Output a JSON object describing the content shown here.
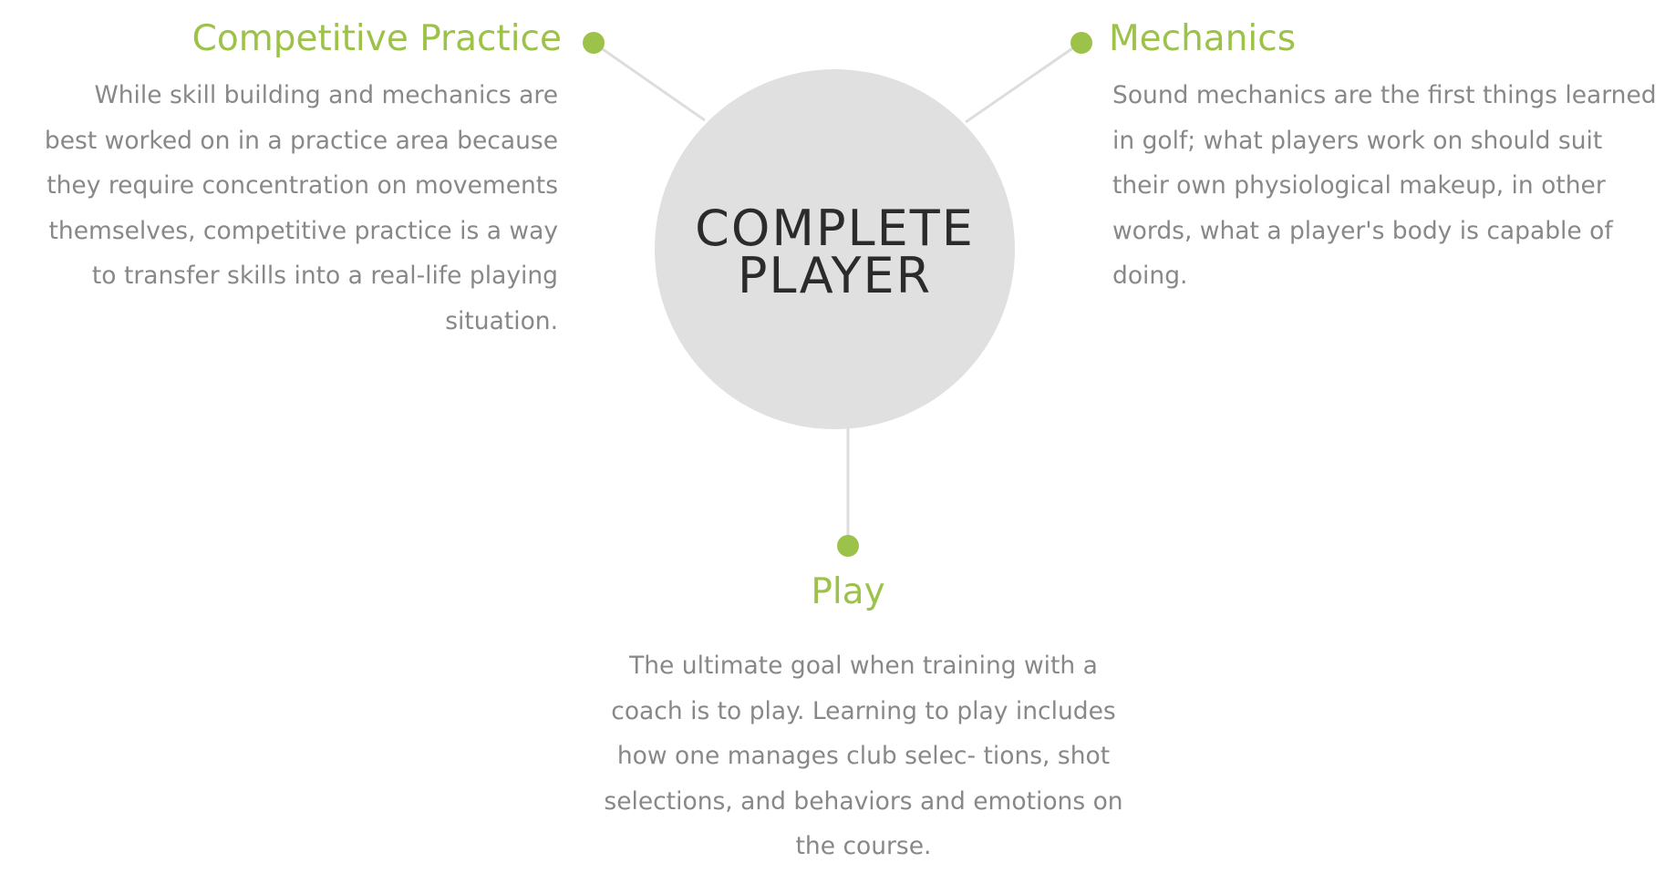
{
  "center": {
    "line1": "COMPLETE",
    "line2": "PLAYER"
  },
  "nodes": {
    "competitive_practice": {
      "title": "Competitive Practice",
      "text": "While skill building and mechanics are best worked on in a practice area because they require concentration on movements themselves, competitive practice is a way to transfer skills into a real-life playing situation."
    },
    "mechanics": {
      "title": "Mechanics",
      "text": "Sound mechanics are the first things learned in golf; what players work on should suit their own physiological makeup, in other words, what a player's body is capable of doing."
    },
    "play": {
      "title": "Play",
      "text": "The ultimate goal when training with a coach is to play.  Learning to play includes how one manages club selec- tions, shot selections, and behaviors and emotions on the course."
    }
  },
  "colors": {
    "accent": "#9dc24a",
    "circle": "#dfe0df",
    "body_text": "#888888",
    "center_text": "#2b2b2b",
    "connector": "#dddddd"
  }
}
